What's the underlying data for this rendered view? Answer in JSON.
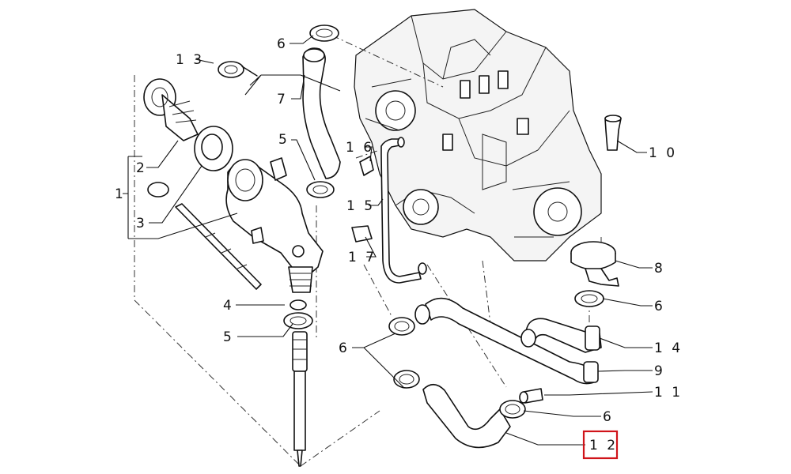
{
  "labels": {
    "l1": "1",
    "l2": "2",
    "l3": "3",
    "l4": "4",
    "l5a": "5",
    "l5b": "5",
    "l6a": "6",
    "l6b": "6",
    "l6c": "6",
    "l6d": "6",
    "l7": "7",
    "l8": "8",
    "l9": "9",
    "l10": "1 0",
    "l11": "1 1",
    "l12": "1 2",
    "l13": "1 3",
    "l14": "1 4",
    "l15": "1 5",
    "l16": "1 6",
    "l17": "1 7"
  },
  "highlight": {
    "color": "#d0141a",
    "label_ref": "12"
  }
}
